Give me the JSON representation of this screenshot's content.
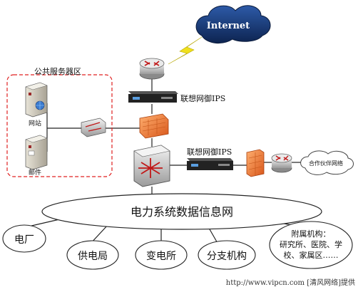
{
  "internet": {
    "label": "Internet"
  },
  "zone": {
    "title": "公共服务器区"
  },
  "servers": [
    {
      "label": "网站",
      "icon": "web-server-icon"
    },
    {
      "label": "邮件",
      "icon": "mail-server-icon"
    }
  ],
  "ips": [
    {
      "label": "联想网御IPS"
    },
    {
      "label": "联想网御IPS"
    }
  ],
  "partner": {
    "label": "合作伙伴网络"
  },
  "backbone": {
    "label": "电力系统数据信息网"
  },
  "sites": [
    {
      "label": "电厂"
    },
    {
      "label": "供电局"
    },
    {
      "label": "变电所"
    },
    {
      "label": "分支机构"
    }
  ],
  "affiliate": {
    "lines": [
      "附属机构：",
      "研究所、医院、学",
      "校、家属区……"
    ]
  },
  "watermark": {
    "text": "http://www.vipcn.com [清风网络]提供"
  },
  "colors": {
    "cloud": "#1c3f7a",
    "lightning": "#f0e01c",
    "firewall": "#f07a26",
    "router": "#c8c8c8",
    "zone_border": "#e02020",
    "ips_device": "#222222"
  }
}
